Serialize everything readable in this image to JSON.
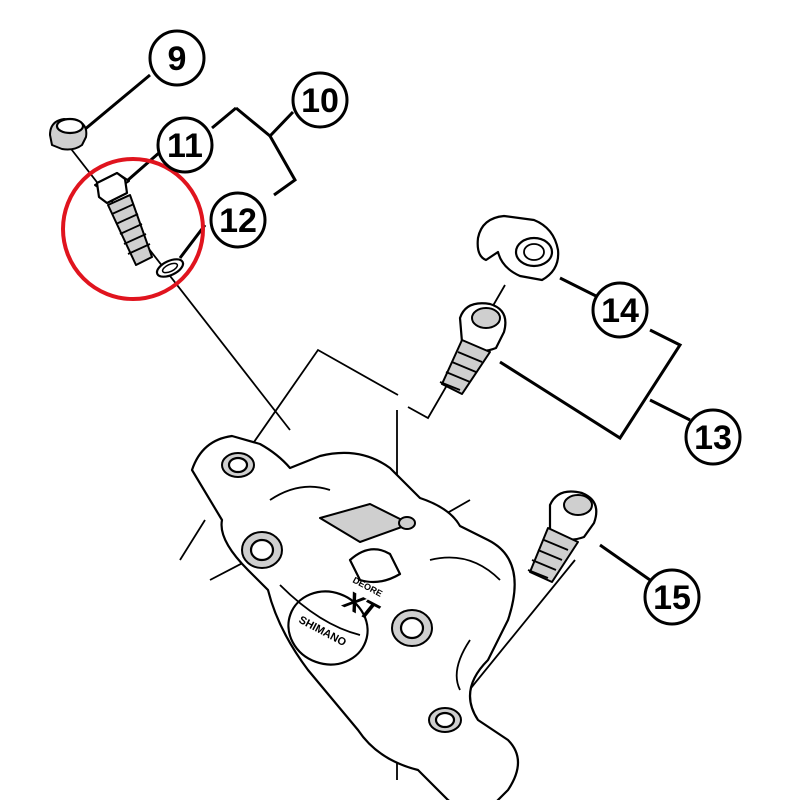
{
  "callouts": {
    "c9": {
      "label": "9"
    },
    "c10": {
      "label": "10"
    },
    "c11": {
      "label": "11"
    },
    "c12": {
      "label": "12"
    },
    "c13": {
      "label": "13"
    },
    "c14": {
      "label": "14"
    },
    "c15": {
      "label": "15"
    }
  },
  "caliper": {
    "brand": "SHIMANO",
    "series": "DEORE",
    "model": "XT"
  },
  "highlight": {
    "color": "#e0141e"
  }
}
